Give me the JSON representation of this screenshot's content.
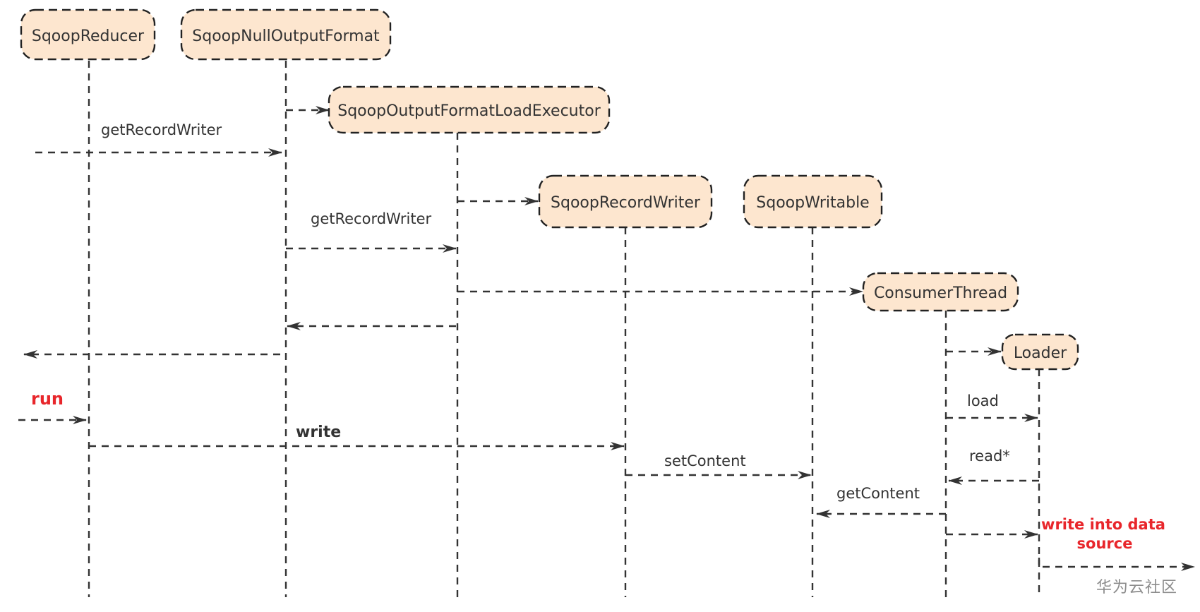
{
  "nodes": {
    "sqoop_reducer": "SqoopReducer",
    "sqoop_null_output_format": "SqoopNullOutputFormat",
    "sqoop_output_format_load_executor": "SqoopOutputFormatLoadExecutor",
    "sqoop_record_writer": "SqoopRecordWriter",
    "sqoop_writable": "SqoopWritable",
    "consumer_thread": "ConsumerThread",
    "loader": "Loader"
  },
  "messages": {
    "get_record_writer_1": "getRecordWriter",
    "get_record_writer_2": "getRecordWriter",
    "run": "run",
    "write": "write",
    "set_content": "setContent",
    "load": "load",
    "read": "read*",
    "get_content": "getContent",
    "write_into_data_source_line1": "write into data",
    "write_into_data_source_line2": "source"
  },
  "watermark": "华为云社区",
  "colors": {
    "node_fill": "#fde6cf",
    "line": "#333333",
    "highlight_red": "#e8262b",
    "watermark": "#8c8c8c"
  }
}
